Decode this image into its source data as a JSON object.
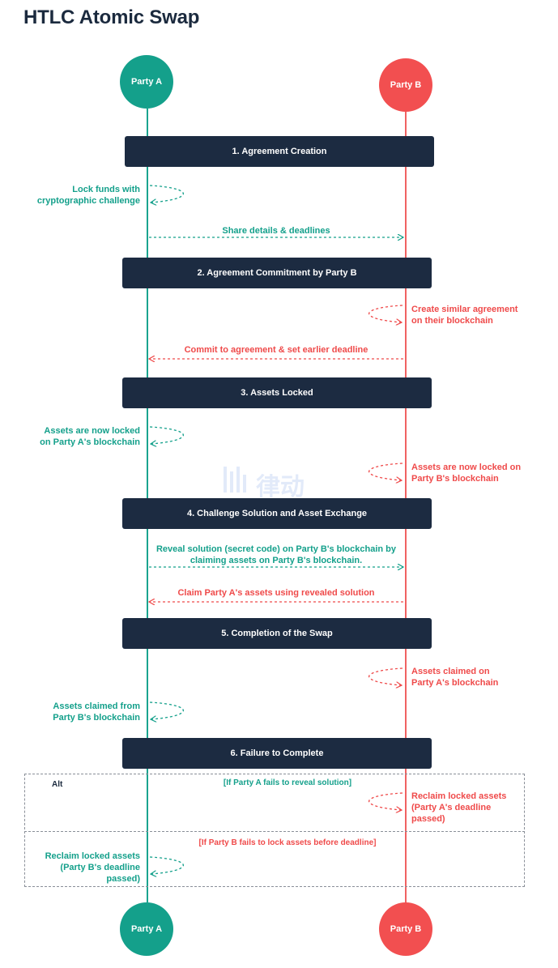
{
  "title": "HTLC Atomic Swap",
  "parties": {
    "a": "Party A",
    "b": "Party B"
  },
  "stages": [
    "1. Agreement Creation",
    "2. Agreement Commitment by Party B",
    "3. Assets Locked",
    "4. Challenge Solution and Asset Exchange",
    "5.  Completion of the Swap",
    "6. Failure to Complete"
  ],
  "messages": {
    "lock_funds": [
      "Lock funds with",
      "cryptographic challenge"
    ],
    "share_details": "Share details & deadlines",
    "create_similar": [
      "Create similar agreement",
      "on their blockchain"
    ],
    "commit_agreement": "Commit to agreement & set earlier deadline",
    "locked_a": [
      "Assets are now locked",
      "on Party A's blockchain"
    ],
    "locked_b": [
      "Assets are now locked on",
      "Party B's blockchain"
    ],
    "reveal_solution": [
      "Reveal solution (secret code) on Party B's blockchain by",
      "claiming assets on Party B's blockchain."
    ],
    "claim_a_assets": "Claim Party A's assets using revealed solution",
    "claimed_on_a": [
      "Assets claimed on",
      "Party A's blockchain"
    ],
    "claimed_from_b": [
      "Assets claimed from",
      "Party B's blockchain"
    ]
  },
  "alt": {
    "label": "Alt",
    "condition_1": "[If Party A fails to reveal solution]",
    "reclaim_b": [
      "Reclaim locked assets",
      "(Party A's deadline",
      "passed)"
    ],
    "condition_2": "[If Party B fails to lock assets before deadline]",
    "reclaim_a": [
      "Reclaim locked assets",
      "(Party B's deadline",
      "passed)"
    ]
  },
  "watermark": "律动",
  "colors": {
    "party_a": "#14a08b",
    "party_b": "#f24f50",
    "stage_bg": "#1c2b41",
    "title": "#1b2a3e"
  }
}
